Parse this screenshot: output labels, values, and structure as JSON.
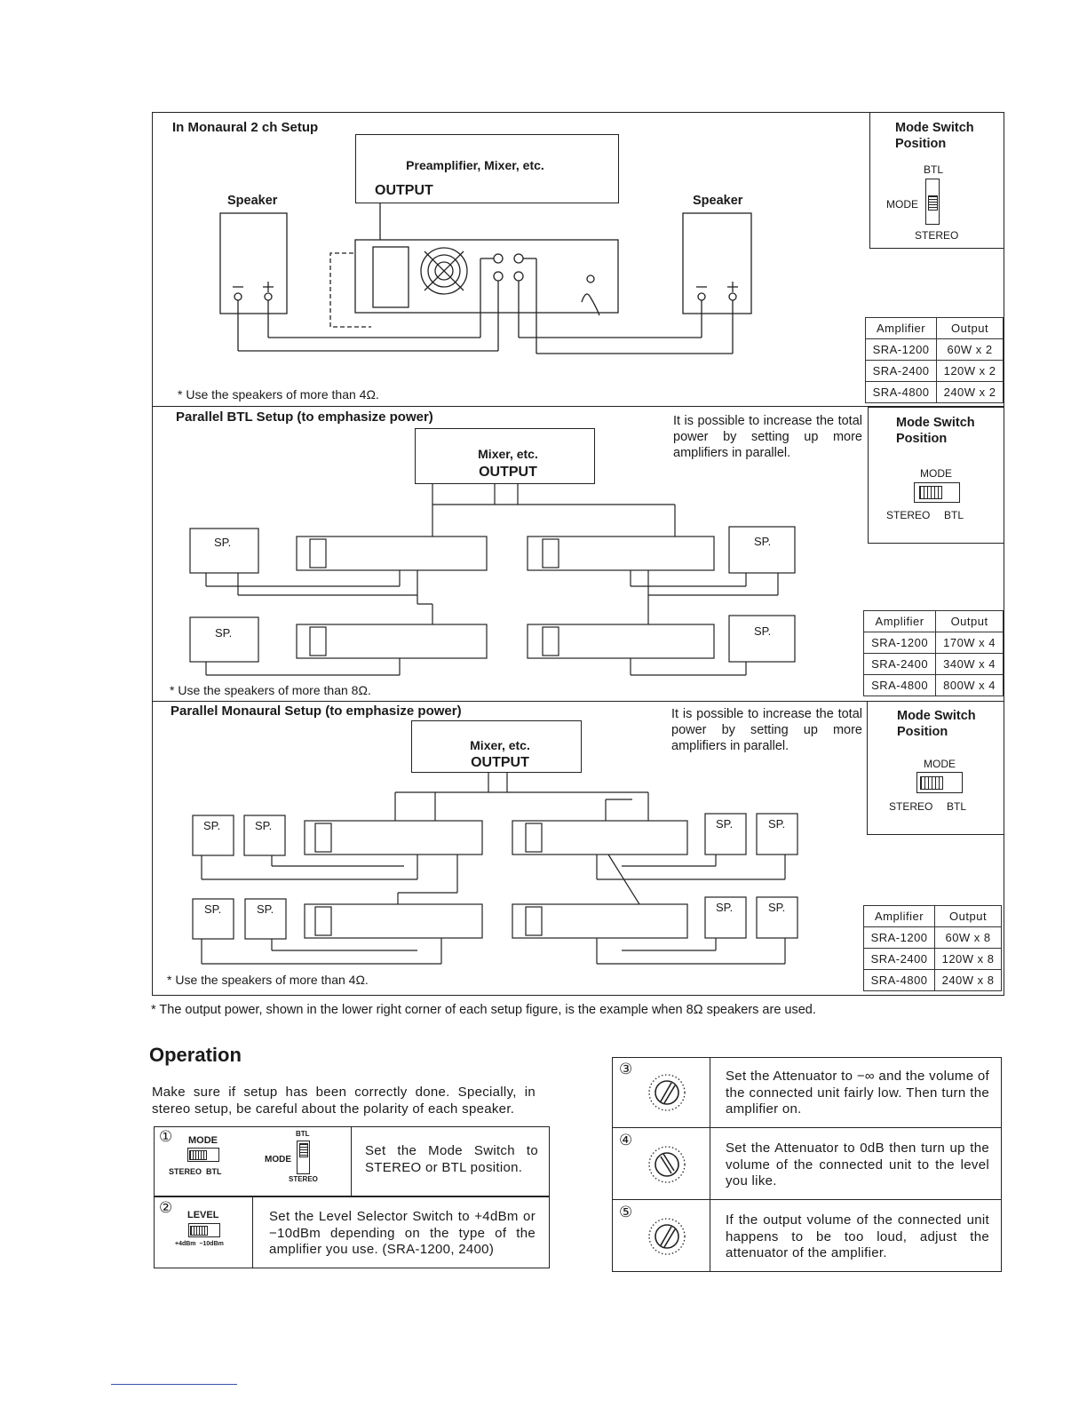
{
  "mono2ch": {
    "title": "In Monaural 2 ch Setup",
    "source_label": "Preamplifier, Mixer, etc.",
    "output_label": "OUTPUT",
    "speaker_left": "Speaker",
    "speaker_right": "Speaker",
    "note": "* Use the speakers of more than 4Ω.",
    "mode": {
      "title": "Mode Switch",
      "title2": "Position",
      "top": "BTL",
      "side": "MODE",
      "bottom": "STEREO"
    },
    "table": {
      "headers": [
        "Amplifier",
        "Output"
      ],
      "rows": [
        [
          "SRA-1200",
          "60W x 2"
        ],
        [
          "SRA-2400",
          "120W x 2"
        ],
        [
          "SRA-4800",
          "240W x 2"
        ]
      ]
    }
  },
  "btl": {
    "title": "Parallel BTL Setup (to emphasize power)",
    "desc": "It is possible to increase the total power by setting up more amplifiers in parallel.",
    "source_label": "Mixer, etc.",
    "output_label": "OUTPUT",
    "sp": "SP.",
    "note": "* Use the speakers of more than 8Ω.",
    "mode": {
      "title": "Mode Switch",
      "title2": "Position",
      "top": "MODE",
      "left": "STEREO",
      "right": "BTL"
    },
    "table": {
      "headers": [
        "Amplifier",
        "Output"
      ],
      "rows": [
        [
          "SRA-1200",
          "170W x 4"
        ],
        [
          "SRA-2400",
          "340W x 4"
        ],
        [
          "SRA-4800",
          "800W x 4"
        ]
      ]
    }
  },
  "pmono": {
    "title": "Parallel Monaural Setup (to emphasize power)",
    "desc": "It is possible to increase the total power by setting up more amplifiers in parallel.",
    "source_label": "Mixer, etc.",
    "output_label": "OUTPUT",
    "sp": "SP.",
    "note": "* Use the speakers of more than 4Ω.",
    "mode": {
      "title": "Mode Switch",
      "title2": "Position",
      "top": "MODE",
      "left": "STEREO",
      "right": "BTL"
    },
    "table": {
      "headers": [
        "Amplifier",
        "Output"
      ],
      "rows": [
        [
          "SRA-1200",
          "60W x 8"
        ],
        [
          "SRA-2400",
          "120W x 8"
        ],
        [
          "SRA-4800",
          "240W x 8"
        ]
      ]
    }
  },
  "footnote": "* The output power, shown in the lower right corner of each setup figure, is the example when 8Ω speakers are used.",
  "operation": {
    "title": "Operation",
    "intro": "Make sure if setup has been correctly done. Specially, in stereo setup, be careful about the polarity of each speaker.",
    "steps": [
      {
        "num": "①",
        "text": "Set the Mode Switch to STEREO or BTL position.",
        "labels": {
          "mode": "MODE",
          "stereo_btl": "STEREO  BTL",
          "btl": "BTL",
          "mode2": "MODE",
          "stereo": "STEREO"
        }
      },
      {
        "num": "②",
        "text": "Set the Level Selector Switch to +4dBm or −10dBm depending on the type of the amplifier you use. (SRA-1200, 2400)",
        "labels": {
          "level": "LEVEL",
          "range": "+4dBm  −10dBm"
        }
      },
      {
        "num": "③",
        "text": "Set the Attenuator to −∞ and the volume of the connected unit fairly low. Then turn the amplifier on."
      },
      {
        "num": "④",
        "text": "Set the Attenuator to 0dB then turn up the volume of the connected unit to the level you like."
      },
      {
        "num": "⑤",
        "text": "If the output volume of the connected unit happens to be too loud, adjust the attenuator of the amplifier."
      }
    ]
  }
}
